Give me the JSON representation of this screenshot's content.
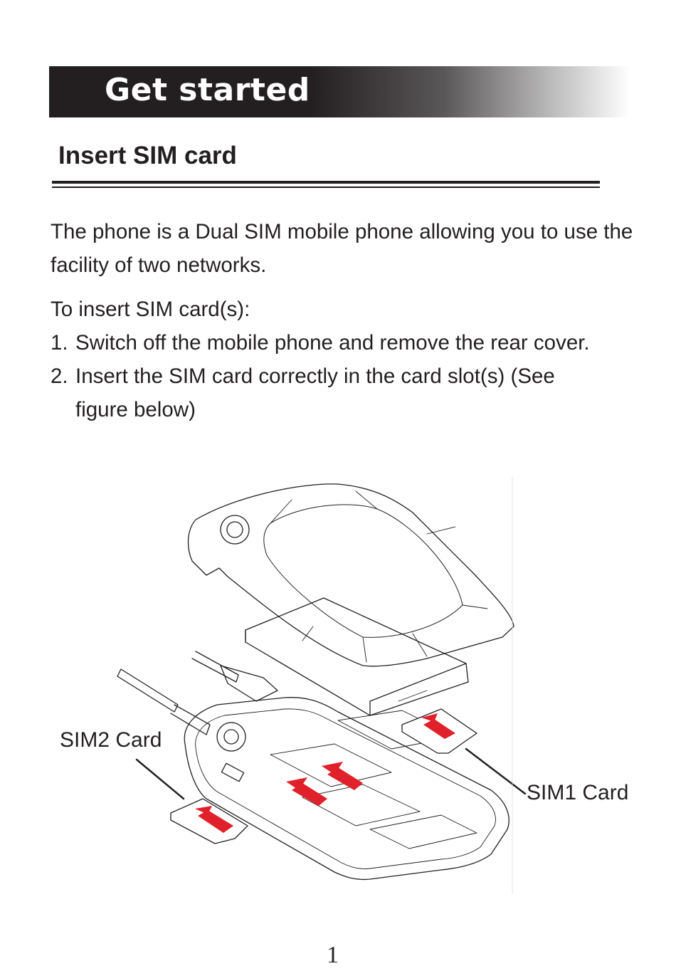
{
  "header": {
    "title": "Get started"
  },
  "section": {
    "title": "Insert SIM card"
  },
  "body": {
    "intro": "The phone is a Dual SIM mobile phone allowing you to use the facility of two networks.",
    "steps_intro": "To insert SIM card(s):",
    "steps": [
      {
        "number": "1.",
        "text": "Switch off the mobile phone and remove the rear cover."
      },
      {
        "number": "2.",
        "text": "Insert the SIM card correctly in the card slot(s) (See figure below)"
      }
    ]
  },
  "figure": {
    "sim2_label": "SIM2 Card",
    "sim1_label": "SIM1 Card",
    "arrow_color": "#e0202a",
    "line_color": "#231f20"
  },
  "footer": {
    "page_number": "1"
  }
}
